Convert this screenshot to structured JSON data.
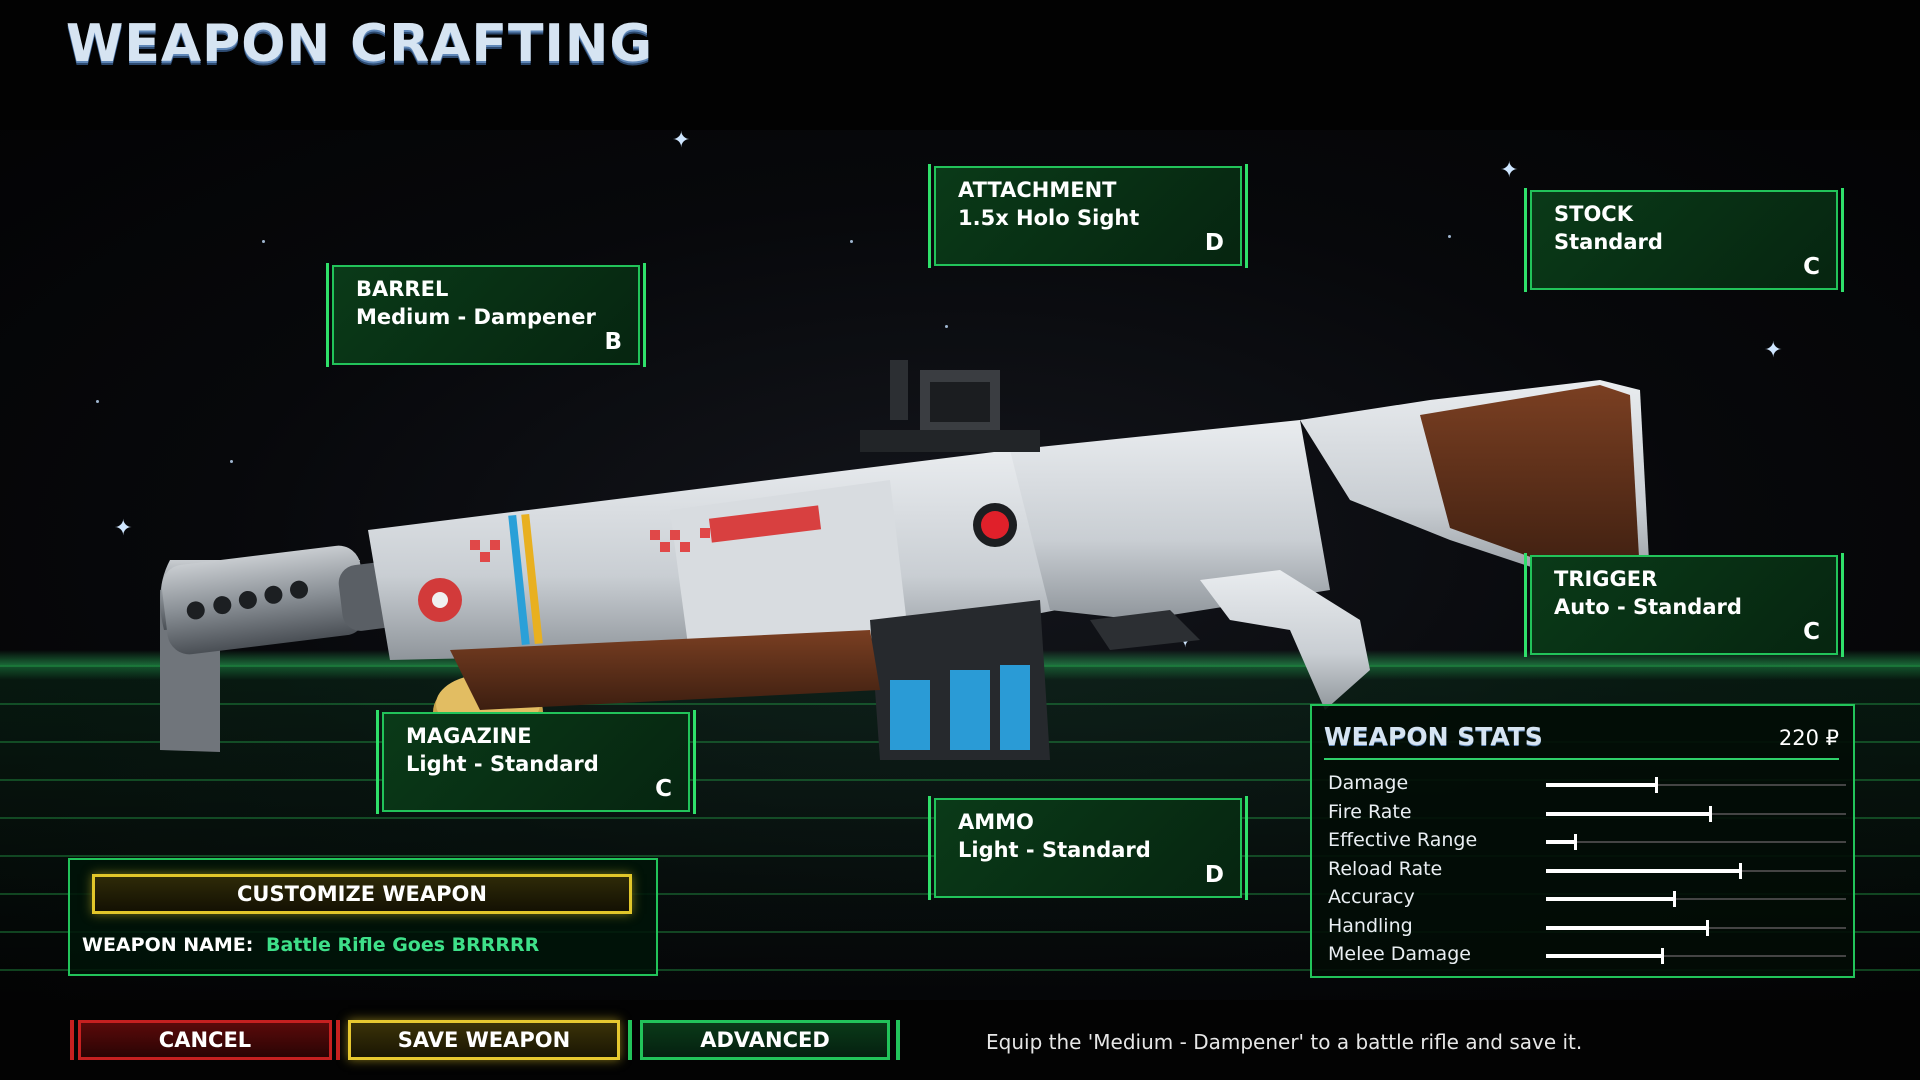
{
  "header": {
    "title": "WEAPON CRAFTING"
  },
  "parts": [
    {
      "id": "barrel",
      "type": "BARREL",
      "value": "Medium - Dampener",
      "grade": "B"
    },
    {
      "id": "attachment",
      "type": "ATTACHMENT",
      "value": "1.5x Holo Sight",
      "grade": "D"
    },
    {
      "id": "stock",
      "type": "STOCK",
      "value": "Standard",
      "grade": "C"
    },
    {
      "id": "trigger",
      "type": "TRIGGER",
      "value": "Auto - Standard",
      "grade": "C"
    },
    {
      "id": "magazine",
      "type": "MAGAZINE",
      "value": "Light - Standard",
      "grade": "C"
    },
    {
      "id": "ammo",
      "type": "AMMO",
      "value": "Light - Standard",
      "grade": "D"
    }
  ],
  "customize": {
    "button_label": "CUSTOMIZE WEAPON",
    "name_label": "WEAPON NAME:",
    "name_value": "Battle Rifle Goes BRRRRR"
  },
  "stats": {
    "title": "WEAPON STATS",
    "cost": "220 ₽",
    "items": [
      {
        "label": "Damage",
        "level": 0.37
      },
      {
        "label": "Fire Rate",
        "level": 0.55
      },
      {
        "label": "Effective Range",
        "level": 0.1
      },
      {
        "label": "Reload Rate",
        "level": 0.65
      },
      {
        "label": "Accuracy",
        "level": 0.43
      },
      {
        "label": "Handling",
        "level": 0.54
      },
      {
        "label": "Melee Damage",
        "level": 0.39
      }
    ]
  },
  "footer": {
    "cancel_label": "CANCEL",
    "save_label": "SAVE WEAPON",
    "advanced_label": "ADVANCED",
    "hint": "Equip the 'Medium - Dampener' to a battle rifle and save it."
  },
  "colors": {
    "accent_green": "#22c35a",
    "save_yellow": "#e6c830",
    "cancel_red": "#c52020",
    "name_green": "#3ee089"
  }
}
